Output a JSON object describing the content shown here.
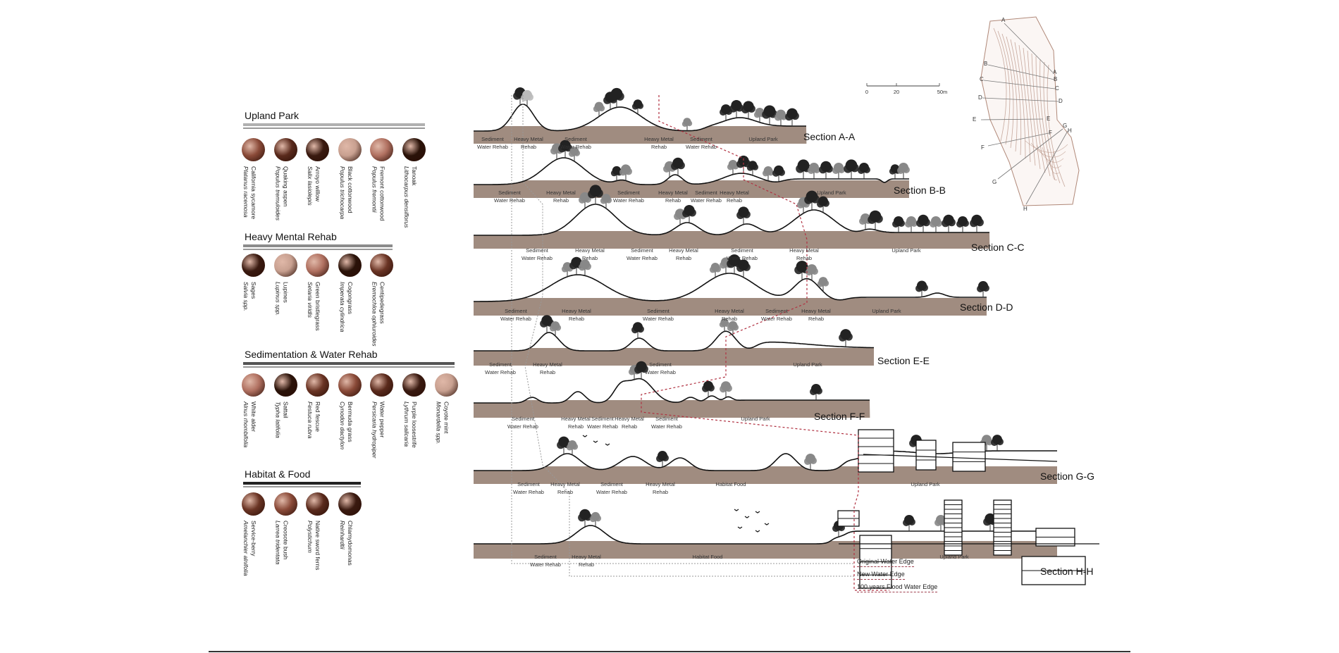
{
  "legend_groups": [
    {
      "title": "Upland Park",
      "bar_color": "#b0b0b0",
      "plants": [
        {
          "common": "California sycamore",
          "latin": "Platanus racemosa"
        },
        {
          "common": "Quaking aspen",
          "latin": "Populus tremuloides"
        },
        {
          "common": "Arroyo willow",
          "latin": "Salix lasiolepis"
        },
        {
          "common": "Black cottonwood",
          "latin": "Populus trichocarpa"
        },
        {
          "common": "Fremont cottonwood",
          "latin": "Populus fremontii"
        },
        {
          "common": "Tanoak",
          "latin": "Lithocarpus densiflorus"
        }
      ]
    },
    {
      "title": "Heavy Mental Rehab",
      "bar_color": "#8c8c8c",
      "plants": [
        {
          "common": "Sages",
          "latin": "Salvia spp."
        },
        {
          "common": "Lupines",
          "latin": "Lupinus spp."
        },
        {
          "common": "Green bristlegrass",
          "latin": "Setaria viridis"
        },
        {
          "common": "Cogongrass",
          "latin": "Imperata cylindrica"
        },
        {
          "common": "Centipedegrass",
          "latin": "Eremochloa ophiuroides"
        }
      ]
    },
    {
      "title": "Sedimentation & Water Rehab",
      "bar_color": "#555555",
      "plants": [
        {
          "common": "White alder",
          "latin": "Alnus rhombifolia"
        },
        {
          "common": "Sattail",
          "latin": "Typha latifolia"
        },
        {
          "common": "Red fescue",
          "latin": "Festuca rubra"
        },
        {
          "common": "Bermuda grass",
          "latin": "Cynodon dactylon"
        },
        {
          "common": "Water pepper",
          "latin": "Persicaria hydropiper"
        },
        {
          "common": "Purple loosestrife",
          "latin": "Lythrum salicaria"
        },
        {
          "common": "Coyote mint",
          "latin": "Monardella spp."
        }
      ]
    },
    {
      "title": "Habitat & Food",
      "bar_color": "#222222",
      "plants": [
        {
          "common": "Service-berry",
          "latin": "Amelanchier alnifolia"
        },
        {
          "common": "Creosote bush",
          "latin": "Larrea tridentata"
        },
        {
          "common": "Native sword ferns",
          "latin": "Polystichum"
        },
        {
          "common": "Chlamydomonas",
          "latin": "Reinhardtii"
        }
      ]
    }
  ],
  "sections": [
    {
      "title": "Section A-A",
      "zones": [
        [
          "Sediment",
          "Water Rehab"
        ],
        [
          "Heavy Metal",
          "Rehab"
        ],
        [
          "Sediment",
          "Water Rehab"
        ],
        [
          "Heavy Metal",
          "Rehab"
        ],
        [
          "Sediment",
          "Water Rehab"
        ],
        [
          "Upland Park",
          ""
        ]
      ]
    },
    {
      "title": "Section B-B",
      "zones": [
        [
          "Sediment",
          "Water Rehab"
        ],
        [
          "Heavy Metal",
          "Rehab"
        ],
        [
          "Sediment",
          "Water Rehab"
        ],
        [
          "Heavy Metal",
          "Rehab"
        ],
        [
          "Sediment",
          "Water Rehab"
        ],
        [
          "Heavy Metal",
          "Rehab"
        ],
        [
          "Upland Park",
          ""
        ]
      ]
    },
    {
      "title": "Section C-C",
      "zones": [
        [
          "Sediment",
          "Water Rehab"
        ],
        [
          "Heavy Metal",
          "Rehab"
        ],
        [
          "Sediment",
          "Water Rehab"
        ],
        [
          "Heavy Metal",
          "Rehab"
        ],
        [
          "Sediment",
          "Water Rehab"
        ],
        [
          "Heavy Metal",
          "Rehab"
        ],
        [
          "Upland Park",
          ""
        ]
      ]
    },
    {
      "title": "Section D-D",
      "zones": [
        [
          "Sediment",
          "Water Rehab"
        ],
        [
          "Heavy Metal",
          "Rehab"
        ],
        [
          "Sediment",
          "Water Rehab"
        ],
        [
          "Heavy Metal",
          "Rehab"
        ],
        [
          "Sediment",
          "Water Rehab"
        ],
        [
          "Heavy Metal",
          "Rehab"
        ],
        [
          "Upland Park",
          ""
        ]
      ]
    },
    {
      "title": "Section E-E",
      "zones": [
        [
          "Sediment",
          "Water Rehab"
        ],
        [
          "Heavy Metal",
          "Rehab"
        ],
        [
          "Sediment",
          "Water Rehab"
        ],
        [
          "Upland Park",
          ""
        ]
      ]
    },
    {
      "title": "Section F-F",
      "zones": [
        [
          "Sediment",
          "Water Rehab"
        ],
        [
          "Heavy Metal",
          "Rehab"
        ],
        [
          "Sediment",
          "Water Rehab"
        ],
        [
          "Heavy Metal",
          "Rehab"
        ],
        [
          "Sediment",
          "Water Rehab"
        ],
        [
          "Upland Park",
          ""
        ]
      ]
    },
    {
      "title": "Section G-G",
      "zones": [
        [
          "Sediment",
          "Water Rehab"
        ],
        [
          "Heavy Metal",
          "Rehab"
        ],
        [
          "Sediment",
          "Water Rehab"
        ],
        [
          "Heavy Metal",
          "Rehab"
        ],
        [
          "Habitat Food",
          ""
        ],
        [
          "Upland Park",
          ""
        ]
      ]
    },
    {
      "title": "Section H-H",
      "zones": [
        [
          "Sediment",
          "Water Rehab"
        ],
        [
          "Heavy Metal",
          "Rehab"
        ],
        [
          "Habitat Food",
          ""
        ],
        [
          "Upland Park",
          ""
        ]
      ]
    }
  ],
  "water_edges": [
    "Original Water Edge",
    "New Water Edge",
    "100 years Flood Water Edge"
  ],
  "scale_bar": [
    "0",
    "20",
    "50m"
  ],
  "key_map_labels": [
    "A",
    "A",
    "B",
    "B",
    "C",
    "C",
    "D",
    "D",
    "E",
    "E",
    "F",
    "F",
    "G",
    "G",
    "H",
    "H"
  ],
  "colors": {
    "water": "#a08c80",
    "plant_tint": "#7a3a2a",
    "flood_line": "#b03040",
    "map_lines": "#b08878"
  }
}
